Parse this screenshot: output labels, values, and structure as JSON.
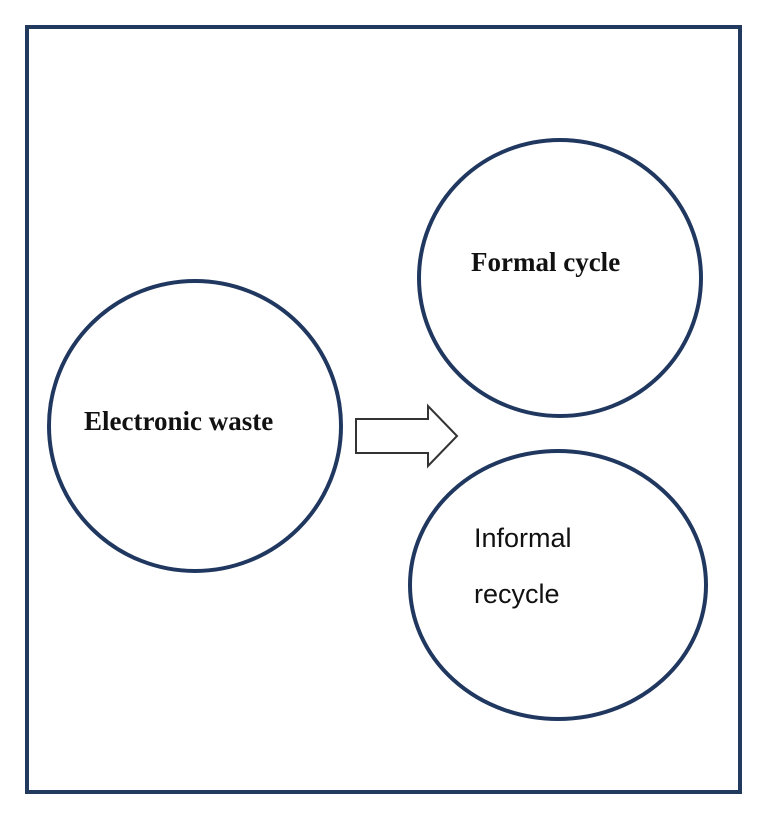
{
  "colors": {
    "frame": "#213a5e",
    "circle_stroke": "#203860",
    "arrow_stroke": "#333333",
    "text": "#111111",
    "background": "#ffffff"
  },
  "nodes": {
    "electronic_waste": {
      "label": "Electronic waste"
    },
    "formal_cycle": {
      "label": "Formal cycle"
    },
    "informal_recycle": {
      "label_line1": "Informal",
      "label_line2": "recycle"
    }
  },
  "arrow": {
    "icon": "right-arrow-icon"
  }
}
